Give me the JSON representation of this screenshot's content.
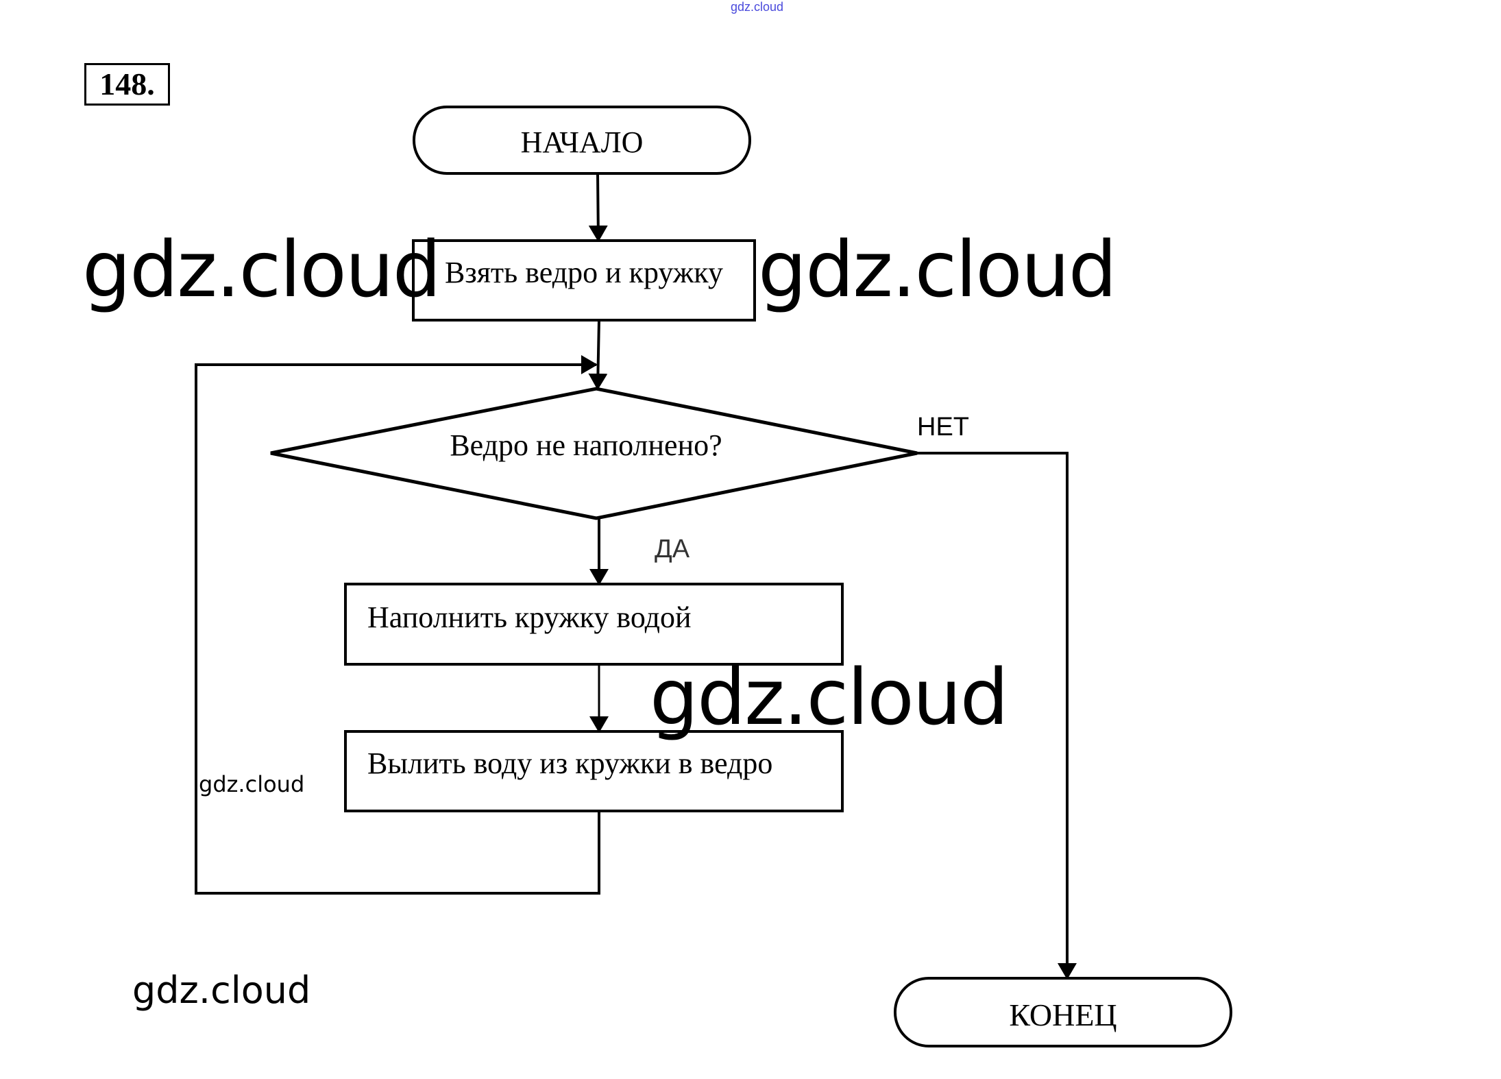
{
  "header": {
    "top_watermark": "gdz.cloud",
    "problem_number": "148."
  },
  "flowchart": {
    "start": "НАЧАЛО",
    "step1": "Взять ведро и кружку",
    "condition": "Ведро не наполнено?",
    "yes_label": "ДА",
    "no_label": "НЕТ",
    "step2": "Наполнить кружку водой",
    "step3": "Вылить воду из кружки в ведро",
    "end": "КОНЕЦ"
  },
  "watermarks": [
    "gdz.cloud",
    "gdz.cloud",
    "gdz.cloud",
    "gdz.cloud",
    "gdz.cloud"
  ],
  "colors": {
    "line": "#000000",
    "top_watermark": "#4a4adc"
  }
}
